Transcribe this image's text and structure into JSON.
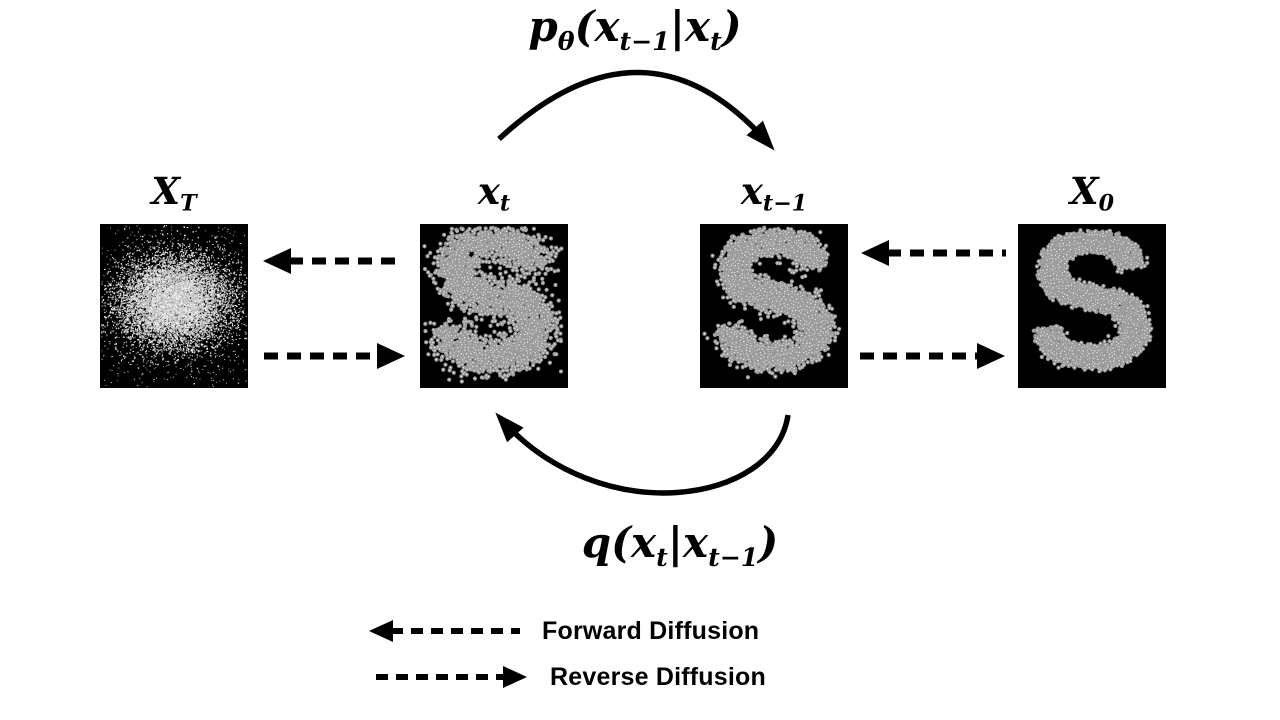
{
  "title": "Diffusion process diagram",
  "colors": {
    "background": "#ffffff",
    "ink": "#000000",
    "panel_background": "#000000",
    "dot": "#9b9b9b",
    "dot_highlight": "#efefef"
  },
  "formulas": {
    "reverse": {
      "base": "p",
      "base_sub": "θ",
      "open": "(",
      "x1": "x",
      "x1_sub": "t−1",
      "bar": "|",
      "x2": "x",
      "x2_sub": "t",
      "close": ")"
    },
    "forward": {
      "base": "q",
      "open": "(",
      "x1": "x",
      "x1_sub": "t",
      "bar": "|",
      "x2": "x",
      "x2_sub": "t−1",
      "close": ")"
    }
  },
  "panels": [
    {
      "label": "X",
      "label_sub": "T",
      "depicts": "gaussian-noise"
    },
    {
      "label": "x",
      "label_sub": "t",
      "depicts": "heavily-noised-s"
    },
    {
      "label": "x",
      "label_sub": "t−1",
      "depicts": "partially-denoised-s"
    },
    {
      "label": "X",
      "label_sub": "0",
      "depicts": "clean-s"
    }
  ],
  "legend": {
    "forward": {
      "label": "Forward Diffusion",
      "direction": "left"
    },
    "reverse": {
      "label": "Reverse Diffusion",
      "direction": "right"
    }
  }
}
